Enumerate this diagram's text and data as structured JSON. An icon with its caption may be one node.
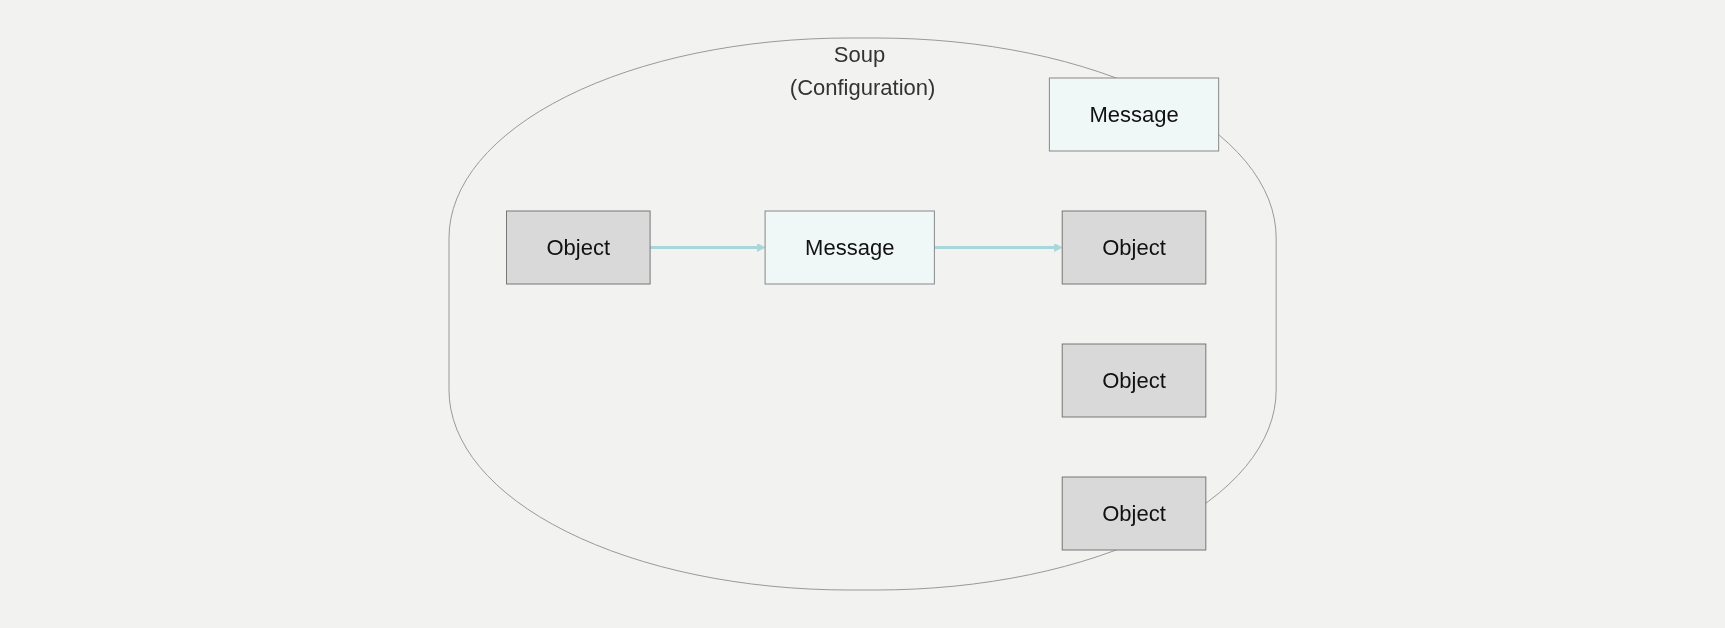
{
  "diagram": {
    "nodes": [
      {
        "text": [
          "Soup (Configuration)"
        ]
      },
      {
        "text": [
          "Message"
        ],
        "in": 0
      },
      {
        "text": [
          "Object"
        ],
        "in": 0
      },
      {
        "text": [
          "Object"
        ],
        "in": 0
      },
      {
        "text": [
          "Message"
        ],
        "in": 0
      },
      {
        "text": [
          "Object"
        ],
        "in": 0
      },
      {
        "text": [
          "Object"
        ],
        "in": 0
      }
    ],
    "edges": [
      {
        "from": 2,
        "to": 4,
        "arrow": "to"
      },
      {
        "from": 4,
        "to": 6,
        "arrow": "to"
      }
    ]
  }
}
